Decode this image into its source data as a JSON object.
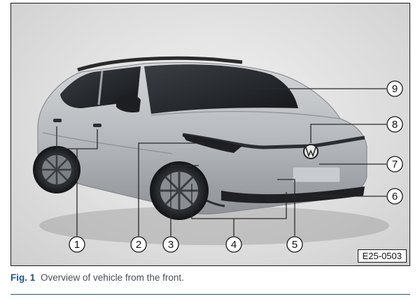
{
  "figure": {
    "image_code": "E25-0503",
    "caption_label": "Fig. 1",
    "caption_text": "Overview of vehicle from the front."
  },
  "callouts": [
    {
      "number": "1"
    },
    {
      "number": "2"
    },
    {
      "number": "3"
    },
    {
      "number": "4"
    },
    {
      "number": "5"
    },
    {
      "number": "6"
    },
    {
      "number": "7"
    },
    {
      "number": "8"
    },
    {
      "number": "9"
    }
  ],
  "colors": {
    "caption_label": "#24548c",
    "rule": "#24548c",
    "car_body": "#b9bcc0"
  }
}
